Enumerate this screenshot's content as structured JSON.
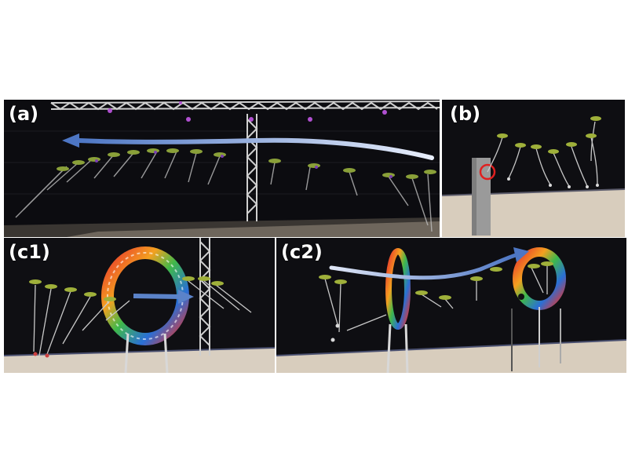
{
  "figure": {
    "panels": [
      {
        "id": "a",
        "label": "(a)"
      },
      {
        "id": "b",
        "label": "(b)"
      },
      {
        "id": "c1",
        "label": "(c1)"
      },
      {
        "id": "c2",
        "label": "(c2)"
      }
    ]
  },
  "colors": {
    "background": "#0d0d10",
    "floor": "#d9cfc2",
    "arrow": "#5b83c9",
    "truss": "#d8d8d8",
    "drone_body": "#9fb03a",
    "target_circle": "#e02020",
    "label": "#ffffff"
  }
}
